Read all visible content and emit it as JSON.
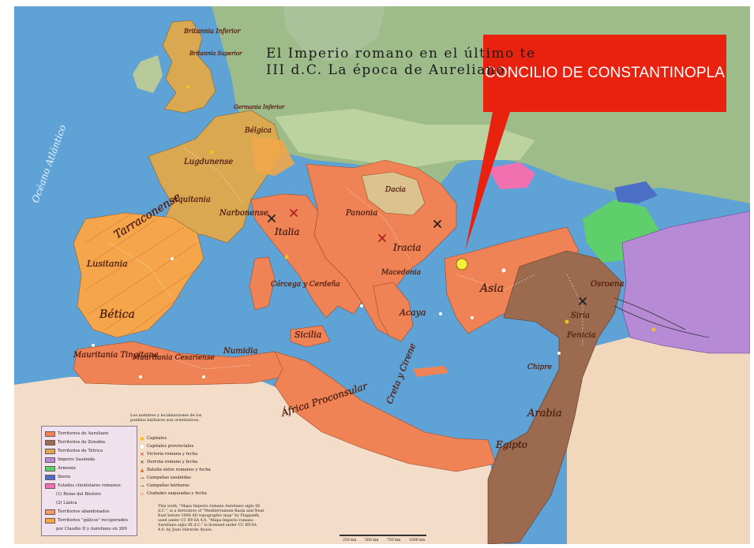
{
  "map": {
    "title_line1": "El Imperio romano en el último te",
    "title_line2": "III d.C. La época de Aureliano",
    "callout": {
      "text": "CONCILIO DE CONSTANTINOPLA",
      "color": "#e8220f"
    },
    "marker_color": "#f7ee3c",
    "regions": [
      "Britannia Inferior",
      "Britannia Superior",
      "Germania Inferior",
      "Bélgica",
      "Lugdunense",
      "Aquitania",
      "Narbonense",
      "Tarraconense",
      "Lusitania",
      "Bética",
      "Mauritania Tingitana",
      "Mauritania Cesariense",
      "Numidia",
      "África Proconsular",
      "Italia",
      "Sicilia",
      "Córcega y Cerdeña",
      "Panonia",
      "Dacia",
      "Iracia",
      "Macedonia",
      "Acaya",
      "Asia",
      "Creta y Cirene",
      "Egipto",
      "Arabia",
      "Siria",
      "Fenicia",
      "Osroena",
      "Chipre"
    ],
    "legend": [
      {
        "label": "Territorios de Aureliano",
        "color": "#ef8356"
      },
      {
        "label": "Territorios de Zenobia",
        "color": "#9c6b4f"
      },
      {
        "label": "Territorios de Tétrico",
        "color": "#d9a850"
      },
      {
        "label": "Imperio Sasánida",
        "color": "#b78ad6"
      },
      {
        "label": "Armenia",
        "color": "#5fcf6c"
      },
      {
        "label": "Iberia",
        "color": "#4a6fc4"
      },
      {
        "label": "Estados clientelares romanos:",
        "color": "#f070b0"
      },
      {
        "label": "(1) Reino del Bósforo",
        "color": ""
      },
      {
        "label": "(2) Lázica",
        "color": ""
      },
      {
        "label": "Territorios abandonados",
        "color": "#f09a6a"
      },
      {
        "label": "Territorios \"gálicos\" recuperados",
        "color": "#f5a64a"
      },
      {
        "label": "por Claudio II y Aureliano en 269",
        "color": ""
      }
    ],
    "legend_symbols": [
      {
        "sym": "●",
        "label": "Capitales",
        "color": "#f0c020"
      },
      {
        "sym": "●",
        "label": "Capitales provinciales",
        "color": "#ffffff"
      },
      {
        "sym": "✕",
        "label": "Victoria romana y fecha",
        "color": "#b02020"
      },
      {
        "sym": "✕",
        "label": "Derrota romana y fecha",
        "color": "#202020"
      },
      {
        "sym": "▲",
        "label": "Batalla entre romanos y fecha",
        "color": "#e07020"
      },
      {
        "sym": "→",
        "label": "Campañas sasánidas",
        "color": "#303030"
      },
      {
        "sym": "→",
        "label": "Campañas bárbaras",
        "color": "#303030"
      },
      {
        "sym": "♨",
        "label": "Ciudades saqueadas y fecha",
        "color": "#d04010"
      }
    ],
    "note": "Los nombres y localizaciones de los pueblos bárbaros son orientativos.",
    "credits": "This work, \"Mapa Imperio romano Aureliano siglo III d.C.\", is a derivative of \"Mediterranean Basin and Near East before 1000 AD topographic map\" by Flappiefh, used under CC BY-SA 4.0. \"Mapa Imperio romano Aureliano siglo III d.C.\" is licensed under CC BY-SA 4.0. by Juan Valverde Ayuso.",
    "scale": [
      "250 km",
      "500 km",
      "750 km",
      "1000 km"
    ]
  }
}
